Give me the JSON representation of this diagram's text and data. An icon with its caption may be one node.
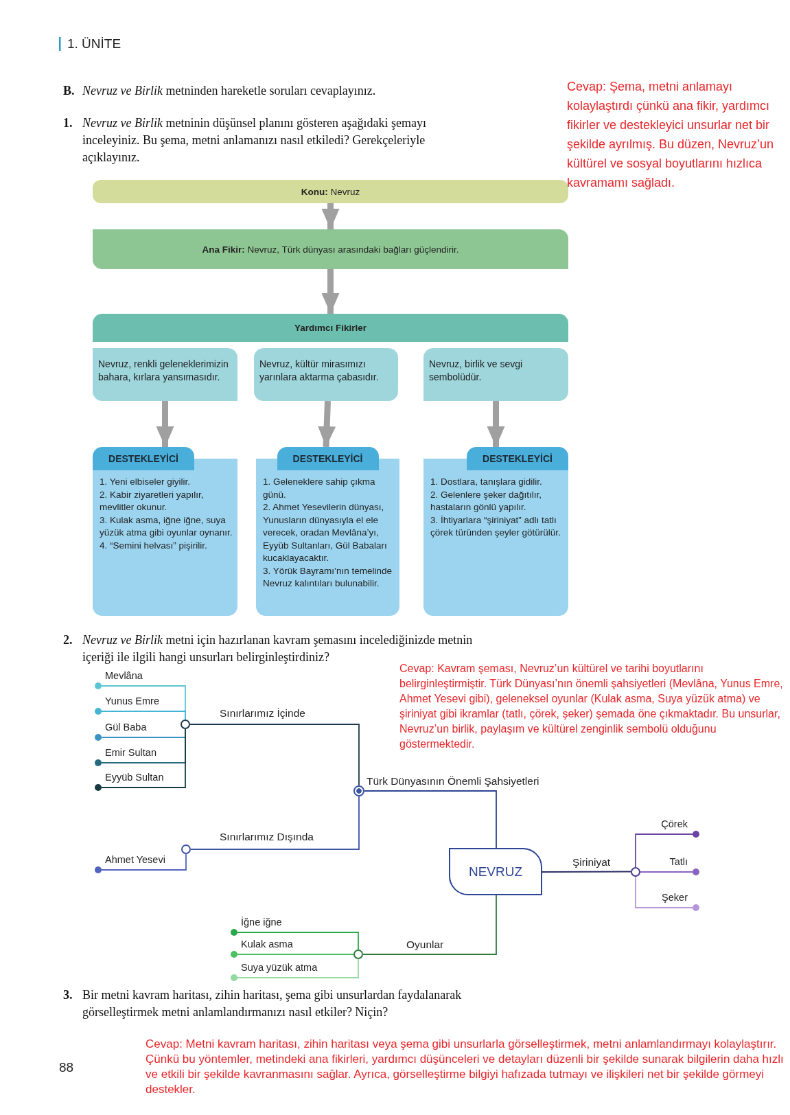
{
  "diagram": {
    "nodes": [
      {
        "text": [
          "**Konu:** Nevruz"
        ]
      },
      {
        "text": [
          "**Ana Fikir:** Nevruz, Türk dünyası arasındaki bağları güçlendirir."
        ]
      },
      {
        "text": [
          "Yardımcı Fikirler"
        ]
      },
      {
        "text": [
          "Nevruz, renkli geleneklerimizin bahara, kırlara yansımasıdır."
        ]
      },
      {
        "text": [
          "Nevruz, kültür mirasımızı yarınlara aktarma çabasıdır."
        ]
      },
      {
        "text": [
          "Nevruz, birlik ve sevgi sembolüdür."
        ]
      },
      {
        "text": [
          "DESTEKLEYİCİ",
          "1. Yeni elbiseler giyilir.",
          "2. Kabir ziyaretleri yapılır, mevlitler okunur.",
          "3. Kulak asma, iğne iğne, suya yüzük atma gibi oyunlar oynanır.",
          "4. “Semini helvası” pişirilir."
        ]
      },
      {
        "text": [
          "DESTEKLEYİCİ",
          "1. Geleneklere sahip çıkma günü.",
          "2. Ahmet Yesevilerin dünyası, Yunusların dünyasıyla el ele verecek, oradan Mevlâna’yı, Eyyüb Sultanları, Gül Babaları kucaklayacaktır.",
          "3. Yörük Bayramı’nın temelinde Nevruz kalıntıları bulunabilir."
        ]
      },
      {
        "text": [
          "DESTEKLEYİCİ",
          "1. Dostlara, tanışlara gidilir.",
          "2. Gelenlere şeker dağıtılır, hastaların gönlü yapılır.",
          "3. İhtiyarlara “şiriniyat” adlı tatlı çörek türünden şeyler götürülür."
        ]
      },
      {
        "text": [
          "NEVRUZ"
        ]
      },
      {
        "text": [],
        "shape": "circle",
        "beside": [
          "Mevlâna"
        ]
      },
      {
        "text": [],
        "shape": "circle",
        "beside": [
          "Yunus Emre"
        ]
      },
      {
        "text": [],
        "shape": "circle"
      },
      {
        "text": [],
        "shape": "circle",
        "beside": [
          "Gül Baba"
        ]
      },
      {
        "text": [],
        "shape": "circle",
        "beside": [
          "Emir Sultan"
        ]
      },
      {
        "text": [],
        "shape": "circle",
        "beside": [
          "Eyyüb Sultan"
        ]
      },
      {
        "text": [],
        "shape": "circle"
      },
      {
        "text": [],
        "shape": "circle",
        "beside": [
          "Çörek"
        ]
      },
      {
        "text": [],
        "shape": "circle"
      },
      {
        "text": [],
        "shape": "circle",
        "beside": [
          "Ahmet Yesevi"
        ]
      },
      {
        "text": [],
        "shape": "circle"
      },
      {
        "text": [],
        "shape": "circle",
        "beside": [
          "Tatlı"
        ]
      },
      {
        "text": [],
        "shape": "circle",
        "beside": [
          "Şeker"
        ]
      },
      {
        "text": [],
        "shape": "circle",
        "beside": [
          "İğne iğne"
        ]
      },
      {
        "text": [],
        "shape": "circle",
        "beside": [
          "Kulak asma"
        ]
      },
      {
        "text": [],
        "shape": "circle"
      },
      {
        "text": [],
        "shape": "circle",
        "beside": [
          "Suya yüzük atma"
        ]
      }
    ],
    "edges": [
      {
        "from": 0,
        "to": 1,
        "arrow": "to",
        "style": "thick",
        "color": "#a0a0a0"
      },
      {
        "from": 1,
        "to": 2,
        "arrow": "to",
        "style": "thick",
        "color": "#a0a0a0"
      },
      {
        "from": 3,
        "to": 6,
        "arrow": "to",
        "style": "thick",
        "color": "#a0a0a0"
      },
      {
        "from": 4,
        "to": 7,
        "arrow": "to",
        "style": "thick",
        "color": "#a0a0a0"
      },
      {
        "from": 5,
        "to": 8,
        "arrow": "to",
        "style": "thick",
        "color": "#a0a0a0"
      },
      {
        "from": 9,
        "to": 16,
        "arrow": "none",
        "label": "Türk Dünyasının Önemli Şahsiyetleri",
        "color": "#2e4494"
      },
      {
        "from": 16,
        "to": 12,
        "arrow": "none",
        "label": "Sınırlarımız İçinde",
        "color": "#1d3a4c"
      },
      {
        "from": 16,
        "to": 18,
        "arrow": "none",
        "label": "Sınırlarımız Dışında",
        "color": "#3e55a5"
      },
      {
        "from": 12,
        "to": 10,
        "arrow": "none",
        "color": "#5bc6d3"
      },
      {
        "from": 12,
        "to": 11,
        "arrow": "none",
        "color": "#45b5d6"
      },
      {
        "from": 12,
        "to": 13,
        "arrow": "none",
        "color": "#3b93c4"
      },
      {
        "from": 12,
        "to": 14,
        "arrow": "none",
        "color": "#266a7e"
      },
      {
        "from": 12,
        "to": 15,
        "arrow": "none",
        "color": "#163a40"
      },
      {
        "from": 18,
        "to": 19,
        "arrow": "none",
        "color": "#5163bf"
      },
      {
        "from": 9,
        "to": 25,
        "arrow": "none",
        "label": "Oyunlar",
        "color": "#2e7d3e"
      },
      {
        "from": 25,
        "to": 23,
        "arrow": "none",
        "color": "#2aa84a"
      },
      {
        "from": 25,
        "to": 24,
        "arrow": "none",
        "color": "#4cc062"
      },
      {
        "from": 25,
        "to": 26,
        "arrow": "none",
        "color": "#93d9a2"
      },
      {
        "from": 9,
        "to": 20,
        "arrow": "none",
        "label": "Şiriniyat",
        "color": "#2b2f66"
      },
      {
        "from": 20,
        "to": 17,
        "arrow": "none",
        "color": "#6a43a3"
      },
      {
        "from": 20,
        "to": 21,
        "arrow": "none",
        "color": "#8a62c2"
      },
      {
        "from": 20,
        "to": 22,
        "arrow": "none",
        "color": "#b596db"
      }
    ],
    "labels": [
      "1. ÜNİTE",
      "B.",
      "*Nevruz ve Birlik* metninden hareketle soruları cevaplayınız.",
      "Cevap: Şema, metni anlamayı kolaylaştırdı çünkü ana fikir, yardımcı fikirler ve destekleyici unsurlar net bir şekilde ayrılmış. Bu düzen, Nevruz’un kültürel ve sosyal boyutlarını hızlıca kavramamı sağladı.",
      "1.",
      "*Nevruz ve Birlik* metninin düşünsel planını gösteren aşağıdaki şemayı inceleyiniz. Bu şema, metni anlamanızı nasıl etkiledi? Gerekçeleriyle açıklayınız.",
      "2.",
      "*Nevruz ve Birlik* metni için hazırlanan kavram şemasını incelediğinizde metnin içeriği ile ilgili hangi unsurları belirginleştirdiniz?",
      "Cevap: Kavram şeması, Nevruz’un kültürel ve tarihi boyutlarını belirginleştirmiştir. Türk Dünyası’nın önemli şahsiyetleri (Mevlâna, Yunus Emre, Ahmet Yesevi gibi), geleneksel oyunlar (Kulak asma, Suya yüzük atma) ve şiriniyat gibi ikramlar (tatlı, çörek, şeker) şemada öne çıkmaktadır. Bu unsurlar, Nevruz’un birlik, paylaşım ve kültürel zenginlik sembolü olduğunu göstermektedir.",
      "3.",
      "Bir metni kavram haritası, zihin haritası, şema gibi unsurlardan faydalanarak görselleştirmek metni anlamlandırmanızı nasıl etkiler? Niçin?",
      "Cevap: Metni kavram haritası, zihin haritası veya şema gibi unsurlarla görselleştirmek, metni anlamlandırmayı kolaylaştırır. Çünkü bu yöntemler, metindeki ana fikirleri, yardımcı düşünceleri ve detayları düzenli bir şekilde sunarak bilgilerin daha hızlı ve etkili bir şekilde kavranmasını sağlar. Ayrıca, görselleştirme bilgiyi hafızada tutmayı ve ilişkileri net bir şekilde görmeyi destekler.",
      "88"
    ]
  }
}
